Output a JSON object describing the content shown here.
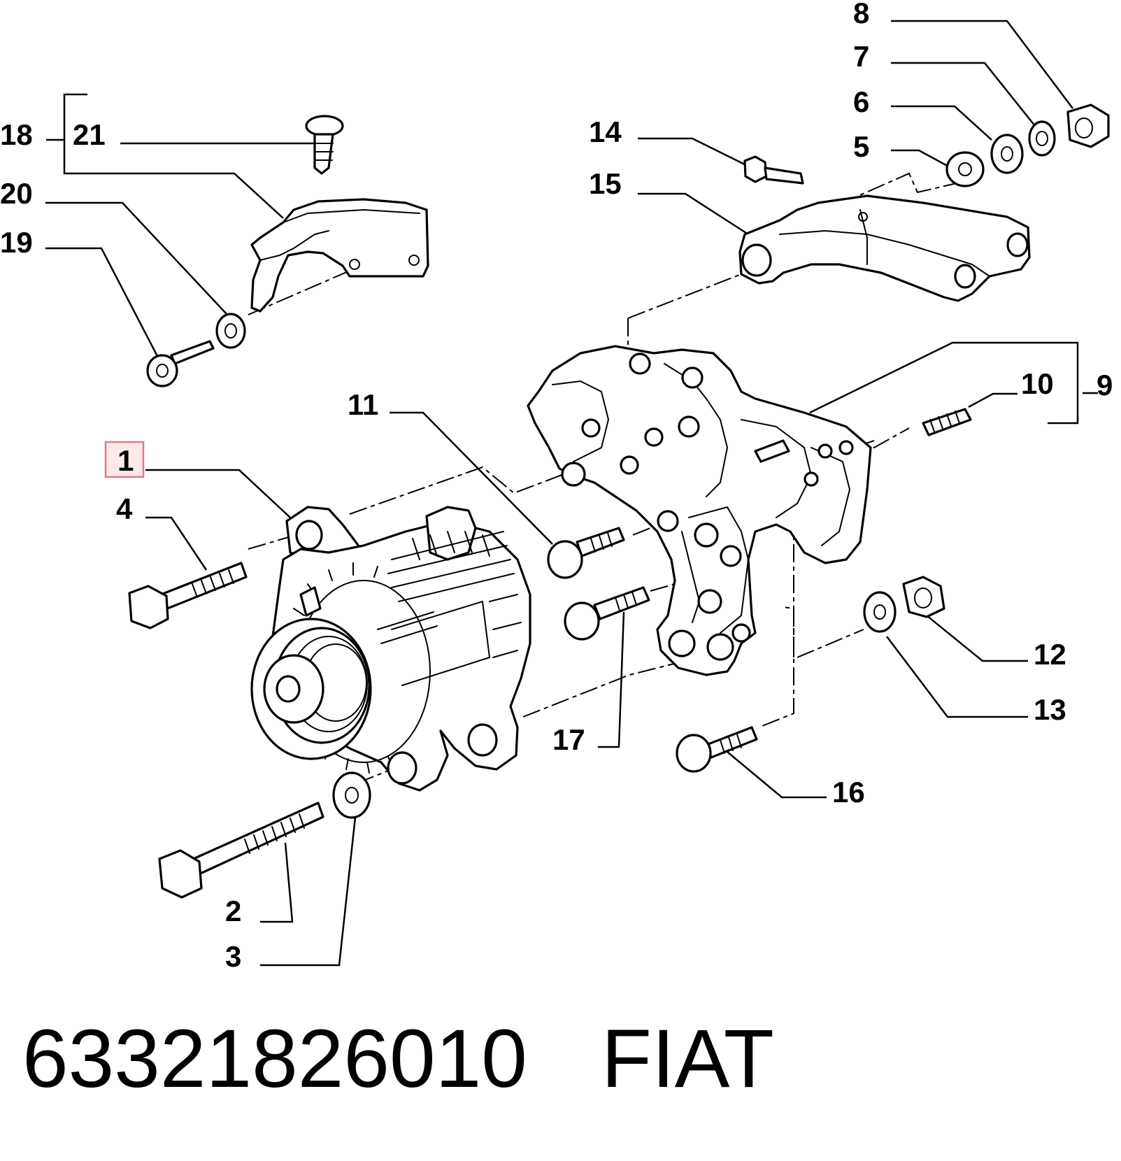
{
  "diagram": {
    "callouts": {
      "c1": "1",
      "c2": "2",
      "c3": "3",
      "c4": "4",
      "c5": "5",
      "c6": "6",
      "c7": "7",
      "c8": "8",
      "c9": "9",
      "c10": "10",
      "c11": "11",
      "c12": "12",
      "c13": "13",
      "c14": "14",
      "c15": "15",
      "c16": "16",
      "c17": "17",
      "c18": "18",
      "c19": "19",
      "c20": "20",
      "c21": "21"
    },
    "highlighted_callout": "1",
    "highlight_color": "#fde8ea"
  },
  "footer": {
    "part_number": "63321826010",
    "brand": "FIAT"
  }
}
